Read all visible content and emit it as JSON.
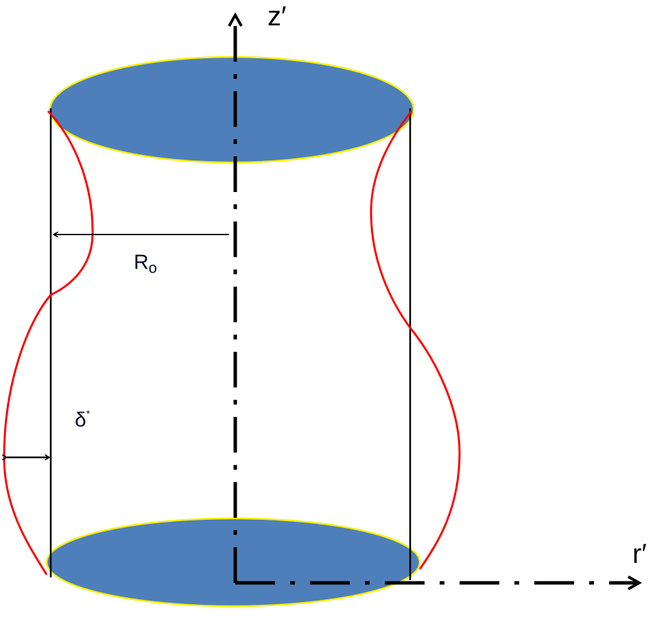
{
  "diagram": {
    "type": "cylinder-deformation-schematic",
    "colors": {
      "end_cap_fill": "#4f7fba",
      "end_cap_outline": "#f5f000",
      "deformed_wall": "#ff0000",
      "reference_lines": "#000000",
      "background": "#ffffff"
    },
    "axes": {
      "z": {
        "label": "z′",
        "direction": "up",
        "style": "dash-dot"
      },
      "r": {
        "label": "r′",
        "direction": "right",
        "style": "dash-dot"
      }
    },
    "dimensions": {
      "radius": {
        "symbol": "R",
        "subscript": "o",
        "meaning": "undeformed radius"
      },
      "deflection": {
        "symbol": "δ",
        "superscript": "*",
        "meaning": "radial wall deflection"
      }
    },
    "parts": [
      "top end cap (ellipse)",
      "bottom end cap (ellipse)",
      "undeformed wall (vertical lines)",
      "deformed wall (red sinusoidal curves)"
    ]
  }
}
